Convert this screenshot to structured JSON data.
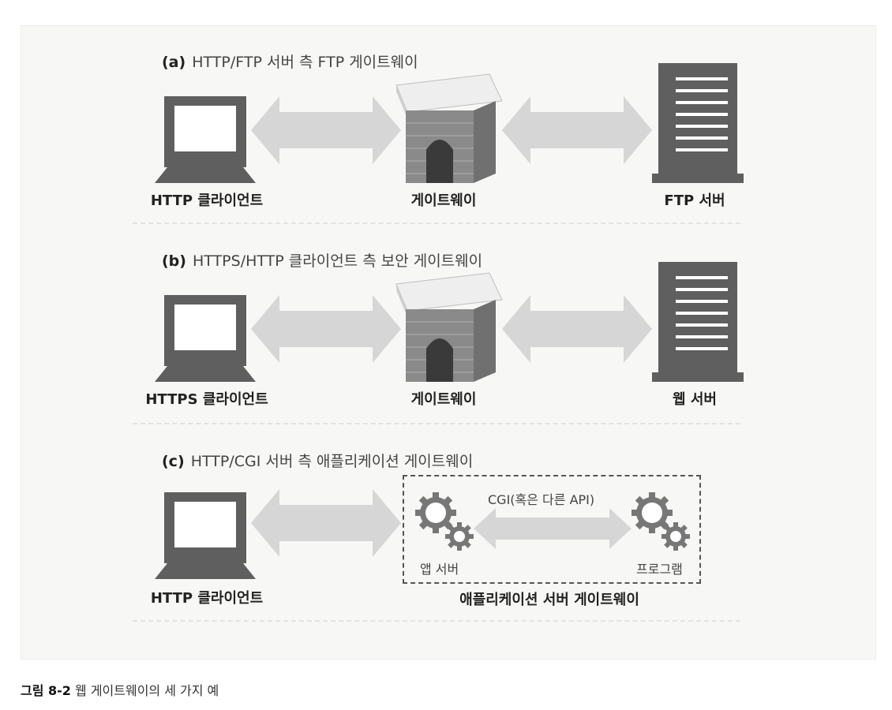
{
  "sections": [
    {
      "id": "a",
      "letter": "(a)",
      "title": "HTTP/FTP 서버 측 FTP 게이트웨이",
      "client_label": "HTTP 클라이언트",
      "gateway_label": "게이트웨이",
      "server_label": "FTP 서버"
    },
    {
      "id": "b",
      "letter": "(b)",
      "title": "HTTPS/HTTP 클라이언트 측 보안 게이트웨이",
      "client_label": "HTTPS 클라이언트",
      "gateway_label": "게이트웨이",
      "server_label": "웹 서버"
    },
    {
      "id": "c",
      "letter": "(c)",
      "title": "HTTP/CGI 서버 측 애플리케이션 게이트웨이",
      "client_label": "HTTP 클라이언트",
      "app_server_label": "앱 서버",
      "program_label": "프로그램",
      "cgi_label": "CGI(혹은 다른 API)",
      "box_label": "애플리케이션 서버 게이트웨이"
    }
  ],
  "caption": {
    "figure": "그림 8-2",
    "text": "웹 게이트웨이의 세 가지 예"
  },
  "colors": {
    "icon": "#5f5f5f",
    "arrow": "#d6d6d6",
    "panel": "#f7f7f5"
  }
}
